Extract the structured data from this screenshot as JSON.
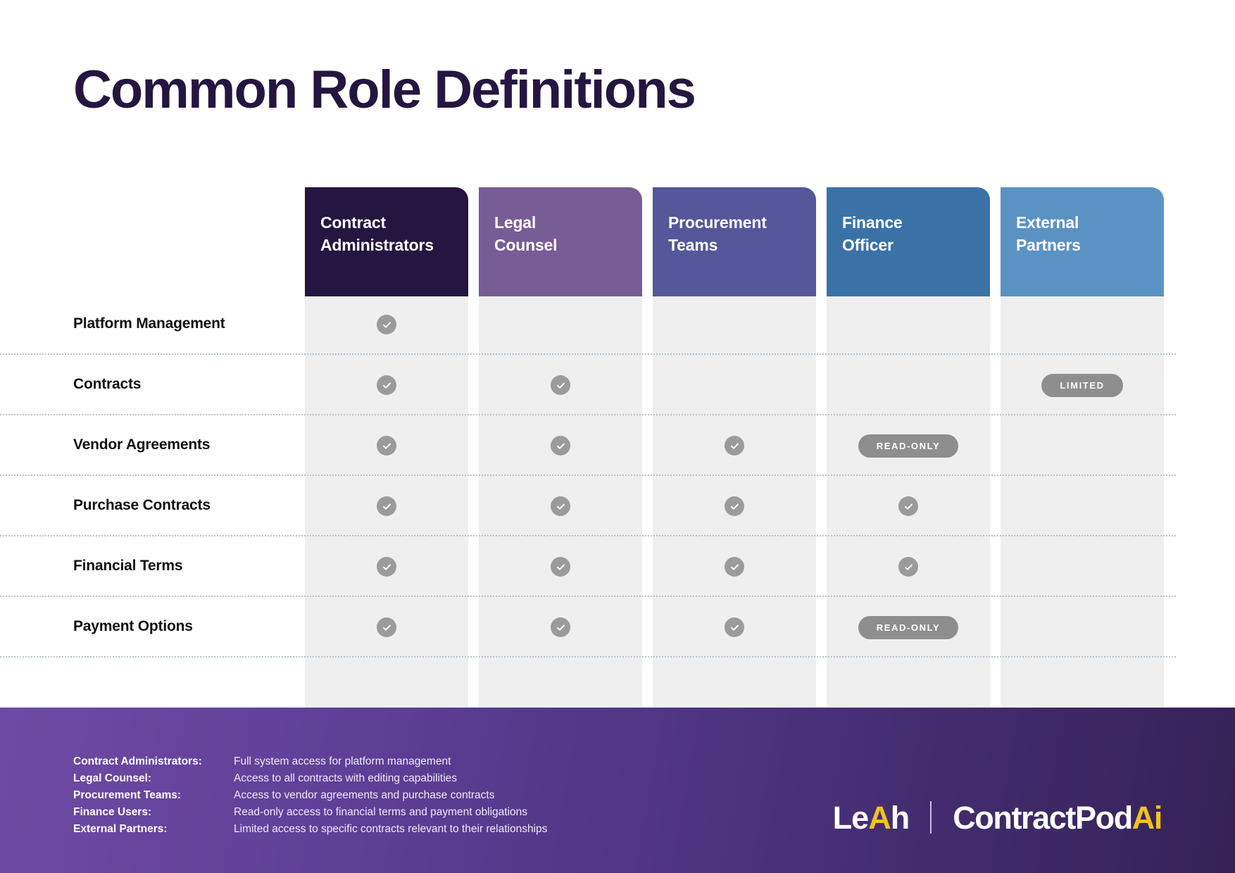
{
  "page": {
    "title": "Common Role Definitions",
    "title_color": "#241640",
    "background": "#ffffff"
  },
  "matrix": {
    "columns": [
      {
        "id": "contract-administrators",
        "line1": "Contract",
        "line2": "Administrators",
        "color": "#241640"
      },
      {
        "id": "legal-counsel",
        "line1": "Legal",
        "line2": "Counsel",
        "color": "#775C96"
      },
      {
        "id": "procurement-teams",
        "line1": "Procurement",
        "line2": "Teams",
        "color": "#55579A"
      },
      {
        "id": "finance-officer",
        "line1": "Finance",
        "line2": "Officer",
        "color": "#3A72A8"
      },
      {
        "id": "external-partners",
        "line1": "External",
        "line2": "Partners",
        "color": "#5B92C4"
      }
    ],
    "rows": [
      {
        "label": "Platform Management",
        "cells": [
          {
            "type": "check"
          },
          {
            "type": "none"
          },
          {
            "type": "none"
          },
          {
            "type": "none"
          },
          {
            "type": "none"
          }
        ]
      },
      {
        "label": "Contracts",
        "cells": [
          {
            "type": "check"
          },
          {
            "type": "check"
          },
          {
            "type": "none"
          },
          {
            "type": "none"
          },
          {
            "type": "badge",
            "text": "LIMITED"
          }
        ]
      },
      {
        "label": "Vendor Agreements",
        "cells": [
          {
            "type": "check"
          },
          {
            "type": "check"
          },
          {
            "type": "check"
          },
          {
            "type": "badge",
            "text": "READ-ONLY"
          },
          {
            "type": "none"
          }
        ]
      },
      {
        "label": "Purchase Contracts",
        "cells": [
          {
            "type": "check"
          },
          {
            "type": "check"
          },
          {
            "type": "check"
          },
          {
            "type": "check"
          },
          {
            "type": "none"
          }
        ]
      },
      {
        "label": "Financial Terms",
        "cells": [
          {
            "type": "check"
          },
          {
            "type": "check"
          },
          {
            "type": "check"
          },
          {
            "type": "check"
          },
          {
            "type": "none"
          }
        ]
      },
      {
        "label": "Payment Options",
        "cells": [
          {
            "type": "check"
          },
          {
            "type": "check"
          },
          {
            "type": "check"
          },
          {
            "type": "badge",
            "text": "READ-ONLY"
          },
          {
            "type": "none"
          }
        ]
      }
    ],
    "icons": {
      "check": "check-circle-icon",
      "badge_color": "#8e8e8e",
      "check_color": "#9b9b9b",
      "column_band_color": "#efefef",
      "row_divider_color": "#b9c3cc"
    }
  },
  "footer": {
    "gradient_from": "#6f4aa4",
    "gradient_to": "#352256",
    "legend": [
      {
        "key": "Contract Administrators:",
        "value": "Full system access for platform management"
      },
      {
        "key": "Legal Counsel:",
        "value": "Access to all contracts with editing capabilities"
      },
      {
        "key": "Procurement Teams:",
        "value": "Access to vendor agreements and purchase contracts"
      },
      {
        "key": "Finance Users:",
        "value": "Read-only access to financial terms and payment obligations"
      },
      {
        "key": "External Partners:",
        "value": "Limited access to specific contracts relevant to their relationships"
      }
    ],
    "logos": {
      "leah": {
        "pre": "Le",
        "accent": "A",
        "post": "h"
      },
      "divider": "|",
      "contractpodai": {
        "pre": "ContractPod",
        "accent": "Ai"
      },
      "accent_color": "#f2c21c"
    }
  }
}
